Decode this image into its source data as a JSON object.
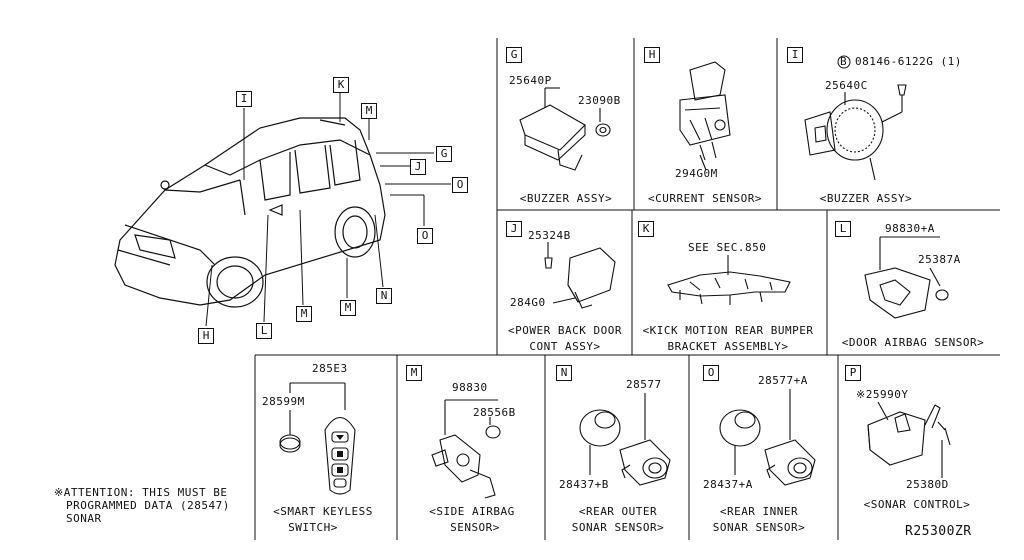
{
  "panels": {
    "G": {
      "letter": "G",
      "parts": [
        "25640P",
        "23090B"
      ],
      "caption": "<BUZZER ASSY>"
    },
    "H": {
      "letter": "H",
      "parts": [
        "294G0M"
      ],
      "caption": "<CURRENT SENSOR>"
    },
    "I": {
      "letter": "I",
      "ref": "08146-6122G (1)",
      "ref_mark": "B",
      "parts": [
        "25640C"
      ],
      "caption": "<BUZZER ASSY>"
    },
    "J": {
      "letter": "J",
      "parts": [
        "25324B",
        "284G0"
      ],
      "caption1": "<POWER BACK DOOR",
      "caption2": "CONT ASSY>"
    },
    "K": {
      "letter": "K",
      "parts": [
        "SEE SEC.850"
      ],
      "caption1": "<KICK MOTION REAR BUMPER",
      "caption2": "BRACKET ASSEMBLY>"
    },
    "L": {
      "letter": "L",
      "parts": [
        "98830+A",
        "25387A"
      ],
      "caption": "<DOOR AIRBAG SENSOR>"
    },
    "KEY": {
      "parts": [
        "285E3",
        "28599M"
      ],
      "caption1": "<SMART KEYLESS",
      "caption2": "SWITCH>"
    },
    "M": {
      "letter": "M",
      "parts": [
        "98830",
        "28556B"
      ],
      "caption1": "<SIDE AIRBAG",
      "caption2": "SENSOR>"
    },
    "N": {
      "letter": "N",
      "parts": [
        "28577",
        "28437+B"
      ],
      "caption1": "<REAR OUTER",
      "caption2": "SONAR SENSOR>"
    },
    "O": {
      "letter": "O",
      "parts": [
        "28577+A",
        "28437+A"
      ],
      "caption1": "<REAR INNER",
      "caption2": "SONAR SENSOR>"
    },
    "P": {
      "letter": "P",
      "parts": [
        "※25990Y",
        "25380D"
      ],
      "caption": "<SONAR CONTROL>"
    }
  },
  "vehicle_callouts": [
    "I",
    "K",
    "M",
    "G",
    "J",
    "O",
    "O",
    "H",
    "L",
    "M",
    "M",
    "N"
  ],
  "attention": [
    "※ATTENTION: THIS MUST BE",
    "PROGRAMMED DATA (28547)",
    "SONAR"
  ],
  "diagram_code": "R25300ZR",
  "colors": {
    "line": "#111111",
    "background": "#ffffff"
  }
}
